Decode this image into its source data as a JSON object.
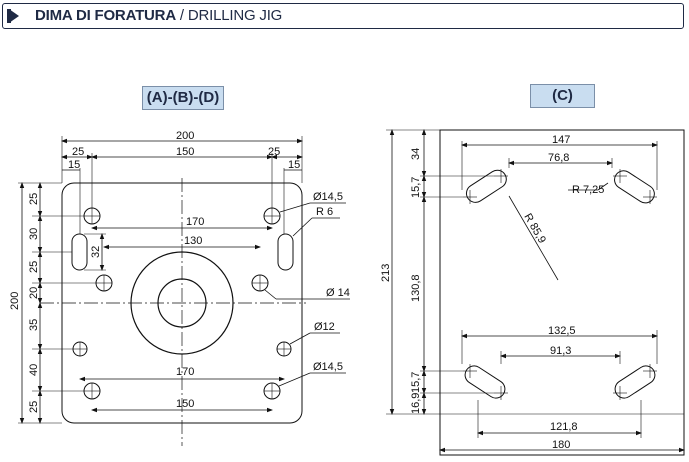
{
  "header": {
    "title_bold": "DIMA DI FORATURA",
    "separator": " / ",
    "title_sub": "DRILLING JIG"
  },
  "views": {
    "left": {
      "label": "(A)-(B)-(D)",
      "dims": {
        "overall_width": "200",
        "overall_height": "200",
        "top_25_left": "25",
        "top_150": "150",
        "top_25_right": "25",
        "top_15_left": "15",
        "top_15_right": "15",
        "d_14_5_top": "Ø14,5",
        "r_6": "R  6",
        "dim_170_top": "170",
        "dim_32": "32",
        "dim_130": "130",
        "d_14": "Ø 14",
        "d_12": "Ø12",
        "dim_170_bottom": "170",
        "d_14_5_bottom": "Ø14,5",
        "dim_150_bottom": "150",
        "v_25_a": "25",
        "v_30": "30",
        "v_25_b": "25",
        "v_20": "20",
        "v_35": "35",
        "v_40": "40",
        "v_25_c": "25"
      }
    },
    "right": {
      "label": "(C)",
      "dims": {
        "dim_147": "147",
        "dim_76_8": "76,8",
        "dim_34": "34",
        "dim_15_7_top": "15,7",
        "r_7_25": "R  7,25",
        "r_85_9": "R 85,9",
        "dim_213": "213",
        "dim_130_8": "130,8",
        "dim_132_5": "132,5",
        "dim_91_3": "91,3",
        "dim_15_7_bottom": "15,7",
        "dim_16_9": "16,9",
        "dim_121_8": "121,8",
        "dim_180": "180"
      }
    }
  }
}
